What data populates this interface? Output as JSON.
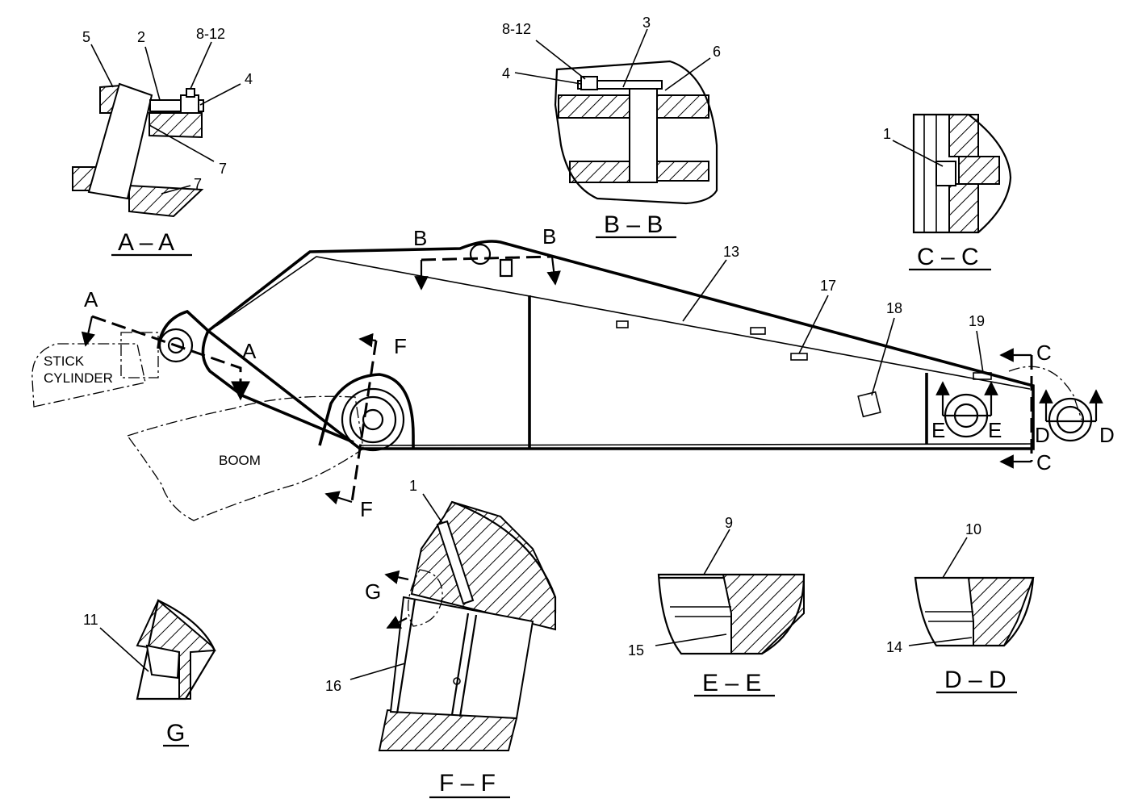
{
  "diagram": {
    "callouts": {
      "aa_5": "5",
      "aa_2": "2",
      "aa_8_12": "8-12",
      "aa_4": "4",
      "aa_7a": "7",
      "aa_7b": "7",
      "bb_8_12": "8-12",
      "bb_3": "3",
      "bb_6": "6",
      "bb_4": "4",
      "cc_1": "1",
      "main_13": "13",
      "main_17": "17",
      "main_18": "18",
      "main_19": "19",
      "ff_1": "1",
      "ff_16": "16",
      "ee_9": "9",
      "ee_15": "15",
      "dd_10": "10",
      "dd_14": "14",
      "g_11": "11"
    },
    "section_titles": {
      "aa": "A – A",
      "bb": "B – B",
      "cc": "C – C",
      "ee": "E – E",
      "dd": "D – D",
      "ff": "F – F",
      "g": "G"
    },
    "cut_letters": {
      "a1": "A",
      "a2": "A",
      "b1": "B",
      "b2": "B",
      "c1": "C",
      "c2": "C",
      "d1": "D",
      "d2": "D",
      "e1": "E",
      "e2": "E",
      "f1": "F",
      "f2": "F",
      "g": "G"
    },
    "notes": {
      "stick_cylinder_1": "STICK",
      "stick_cylinder_2": "CYLINDER",
      "boom": "BOOM"
    }
  }
}
